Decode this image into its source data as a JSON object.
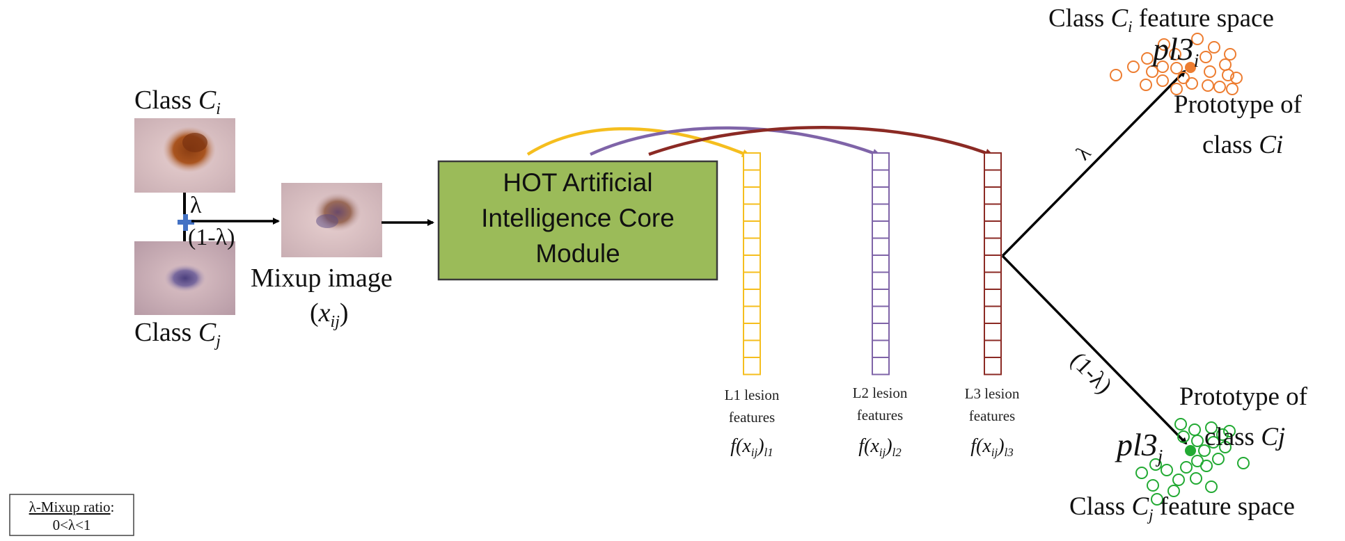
{
  "inputs": {
    "class_i": {
      "prefix": "Class ",
      "var": "C",
      "sub": "i"
    },
    "class_j": {
      "prefix": "Class ",
      "var": "C",
      "sub": "j"
    },
    "lambda": "λ",
    "one_minus_lambda": "(1-λ)"
  },
  "mixup": {
    "label": "Mixup image",
    "var_open": "(",
    "var": "x",
    "sub": "ij",
    "var_close": ")"
  },
  "core": {
    "lines": [
      "HOT Artificial",
      "Intelligence Core",
      "Module"
    ],
    "fill": "#9bbb59"
  },
  "feature_layers": [
    {
      "line1": "L1 lesion",
      "line2": "features",
      "f": "f(x",
      "sub1": "ij",
      "close": ")",
      "sub2": "l1",
      "color": "#f5be1e",
      "cells": 13
    },
    {
      "line1": "L2 lesion",
      "line2": "features",
      "f": "f(x",
      "sub1": "ij",
      "close": ")",
      "sub2": "l2",
      "color": "#7f64a8",
      "cells": 13
    },
    {
      "line1": "L3 lesion",
      "line2": "features",
      "f": "f(x",
      "sub1": "ij",
      "close": ")",
      "sub2": "l3",
      "color": "#8b2a24",
      "cells": 13
    }
  ],
  "branch_labels": {
    "upper": "λ",
    "lower": "(1-λ)"
  },
  "space_i": {
    "title_prefix": "Class ",
    "title_var": "C",
    "title_sub": "i",
    "title_suffix": " feature space",
    "proto_var": "pl3",
    "proto_sub": "i",
    "proto_label_1": "Prototype of",
    "proto_label_2_prefix": "class ",
    "proto_label_2_var": "Ci",
    "color": "#ed7d31"
  },
  "space_j": {
    "title_prefix": "Class ",
    "title_var": "C",
    "title_sub": "j",
    "title_suffix": " feature space",
    "proto_var": "pl3",
    "proto_sub": "j",
    "proto_label_1": "Prototype of",
    "proto_label_2_prefix": "class ",
    "proto_label_2_var": "Cj",
    "color": "#22aa33"
  },
  "legend": {
    "line1": "λ-Mixup ratio",
    "colon": ":",
    "line2": "0<λ<1"
  }
}
